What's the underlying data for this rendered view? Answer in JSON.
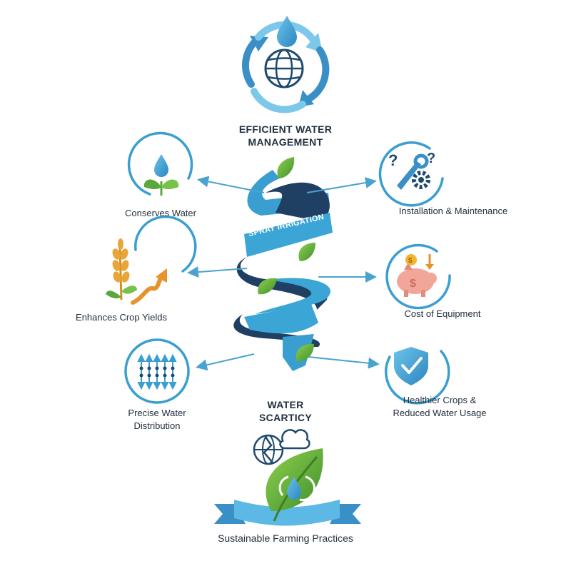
{
  "top": {
    "title_line1": "EFFICIENT WATER",
    "title_line2": "MANAGEMENT"
  },
  "center": {
    "ribbon_label": "SPRAY IRRIGATION"
  },
  "left_items": [
    {
      "label": "Conserves Water",
      "icon": "water-drop-sprout-icon"
    },
    {
      "label": "Enhances Crop Yields",
      "icon": "wheat-growth-arrow-icon"
    },
    {
      "label_line1": "Precise Water",
      "label_line2": "Distribution",
      "icon": "spray-grid-icon"
    }
  ],
  "right_items": [
    {
      "label": "Installation & Maintenance",
      "icon": "wrench-gear-icon"
    },
    {
      "label": "Cost of Equipment",
      "icon": "piggy-bank-icon"
    },
    {
      "label_line1": "Healthier Crops &",
      "label_line2": "Reduced Water Usage",
      "icon": "shield-check-icon"
    }
  ],
  "bottom": {
    "scarcity_line1": "WATER",
    "scarcity_line2": "SCARTICY",
    "footer": "Sustainable Farming Practices"
  },
  "colors": {
    "blue": "#3a9fd0",
    "navy": "#1f4a6e",
    "green": "#5aa83a",
    "orange": "#e8922e",
    "pink": "#f2a69a"
  }
}
